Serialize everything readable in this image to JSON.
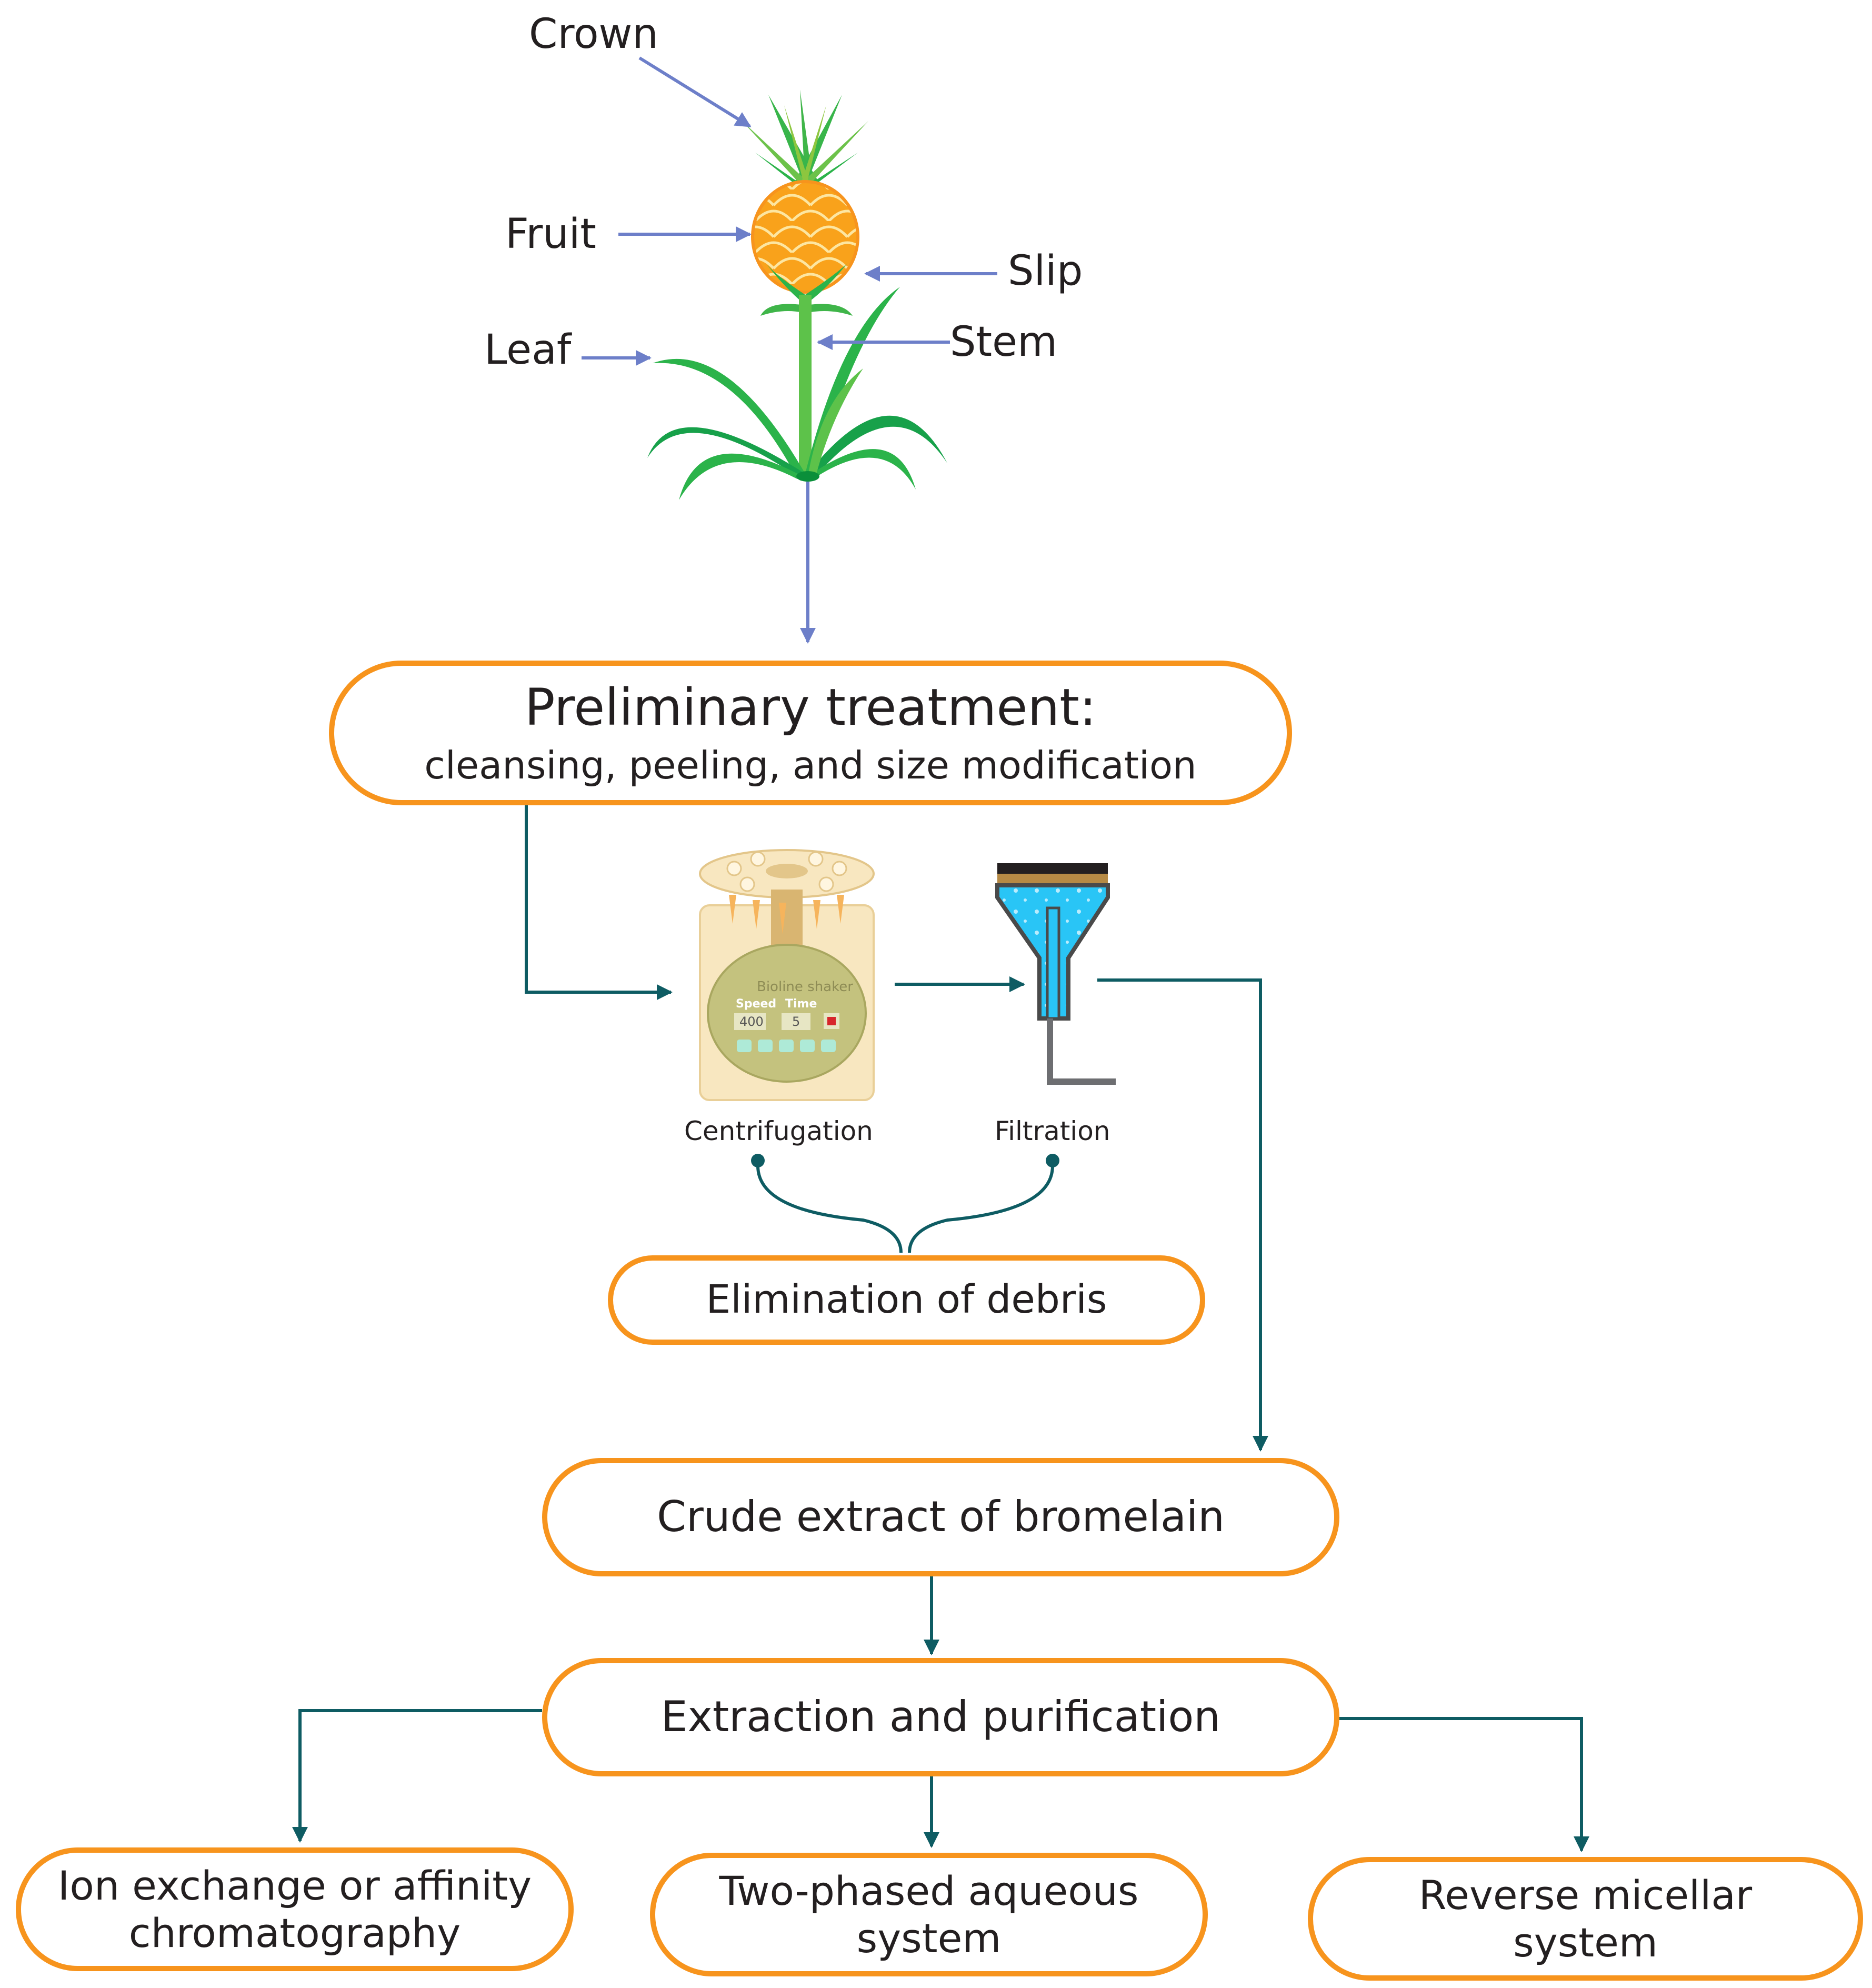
{
  "plant": {
    "labels": {
      "crown": "Crown",
      "fruit": "Fruit",
      "slip": "Slip",
      "leaf": "Leaf",
      "stem": "Stem"
    }
  },
  "steps": {
    "preliminary_title": "Preliminary treatment:",
    "preliminary_subtitle": "cleansing, peeling, and size modification",
    "centrifugation": "Centrifugation",
    "filtration": "Filtration",
    "elimination": "Elimination of debris",
    "crude_extract": "Crude extract of bromelain",
    "extraction": "Extraction and purification"
  },
  "methods": {
    "ion_exchange_line1": "Ion exchange or affinity",
    "ion_exchange_line2": "chromatography",
    "two_phased_line1": "Two-phased aqueous",
    "two_phased_line2": "system",
    "reverse_line1": "Reverse  micellar",
    "reverse_line2": "system"
  },
  "centrifuge_panel": {
    "brand": "Bioline shaker",
    "speed_label": "Speed",
    "time_label": "Time",
    "speed_value": "400",
    "time_value": "5"
  },
  "colors": {
    "box_border": "#f7941d",
    "plant_arrow": "#6d7fc9",
    "flow_arrow": "#0e5c63",
    "leaf_green": "#2bb34a",
    "fruit_orange": "#f7941d",
    "water_blue": "#29c5f6"
  }
}
